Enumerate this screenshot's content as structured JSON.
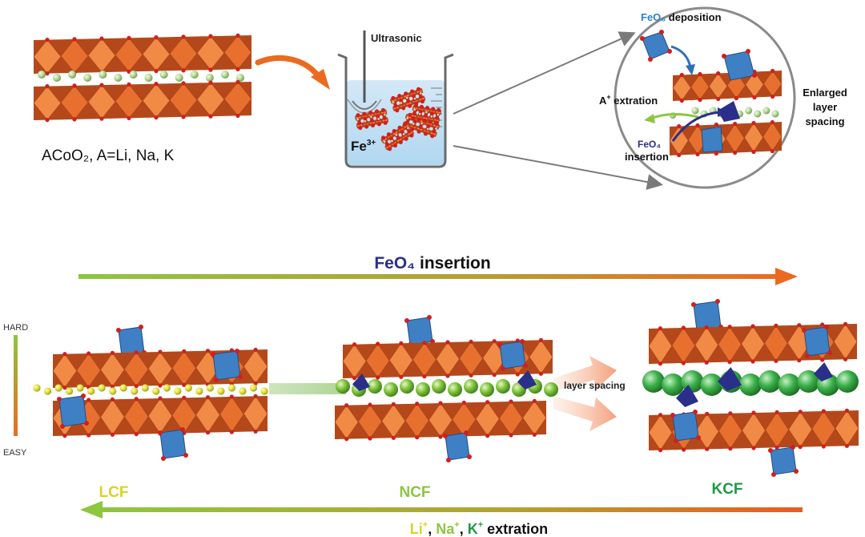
{
  "top": {
    "formula_text": "ACoO₂, A=Li, Na, K",
    "ultrasonic_label": "Ultrasonic",
    "fe_ion_base": "Fe",
    "fe_ion_charge": "3+",
    "zoom": {
      "feo6_formula": "FeO₆",
      "feo6_suffix": " deposition",
      "a_extraction_base": "A",
      "a_extraction_charge": "+",
      "a_extraction_suffix": " extration",
      "feo4_formula": "FeO₄",
      "insertion_word": "insertion",
      "enlarged_line1": "Enlarged",
      "enlarged_line2": "layer",
      "enlarged_line3": "spacing"
    }
  },
  "bottom": {
    "insertion_formula": "FeO₄",
    "insertion_suffix": " insertion",
    "hard_label": "HARD",
    "easy_label": "EASY",
    "layer_spacing_label": "layer spacing",
    "material_lcf": "LCF",
    "material_ncf": "NCF",
    "material_kcf": "KCF",
    "extraction_li": "Li",
    "extraction_na": "Na",
    "extraction_k": "K",
    "ion_charge": "+",
    "separator": ", ",
    "extraction_suffix": " extration"
  },
  "colors": {
    "octahedra_orange": "#e8702f",
    "octahedra_dark": "#b5481a",
    "feo6_blue": "#3f7fc4",
    "feo4_navy": "#2a2f8a",
    "oxygen_red": "#d11f1f",
    "li_yellow": "#e2e23a",
    "na_green": "#84c943",
    "k_green": "#2ea44a",
    "arrow_orange": "#ec6a1f",
    "arrow_green": "#8dc63f",
    "kcf_text": "#1d9a43"
  }
}
